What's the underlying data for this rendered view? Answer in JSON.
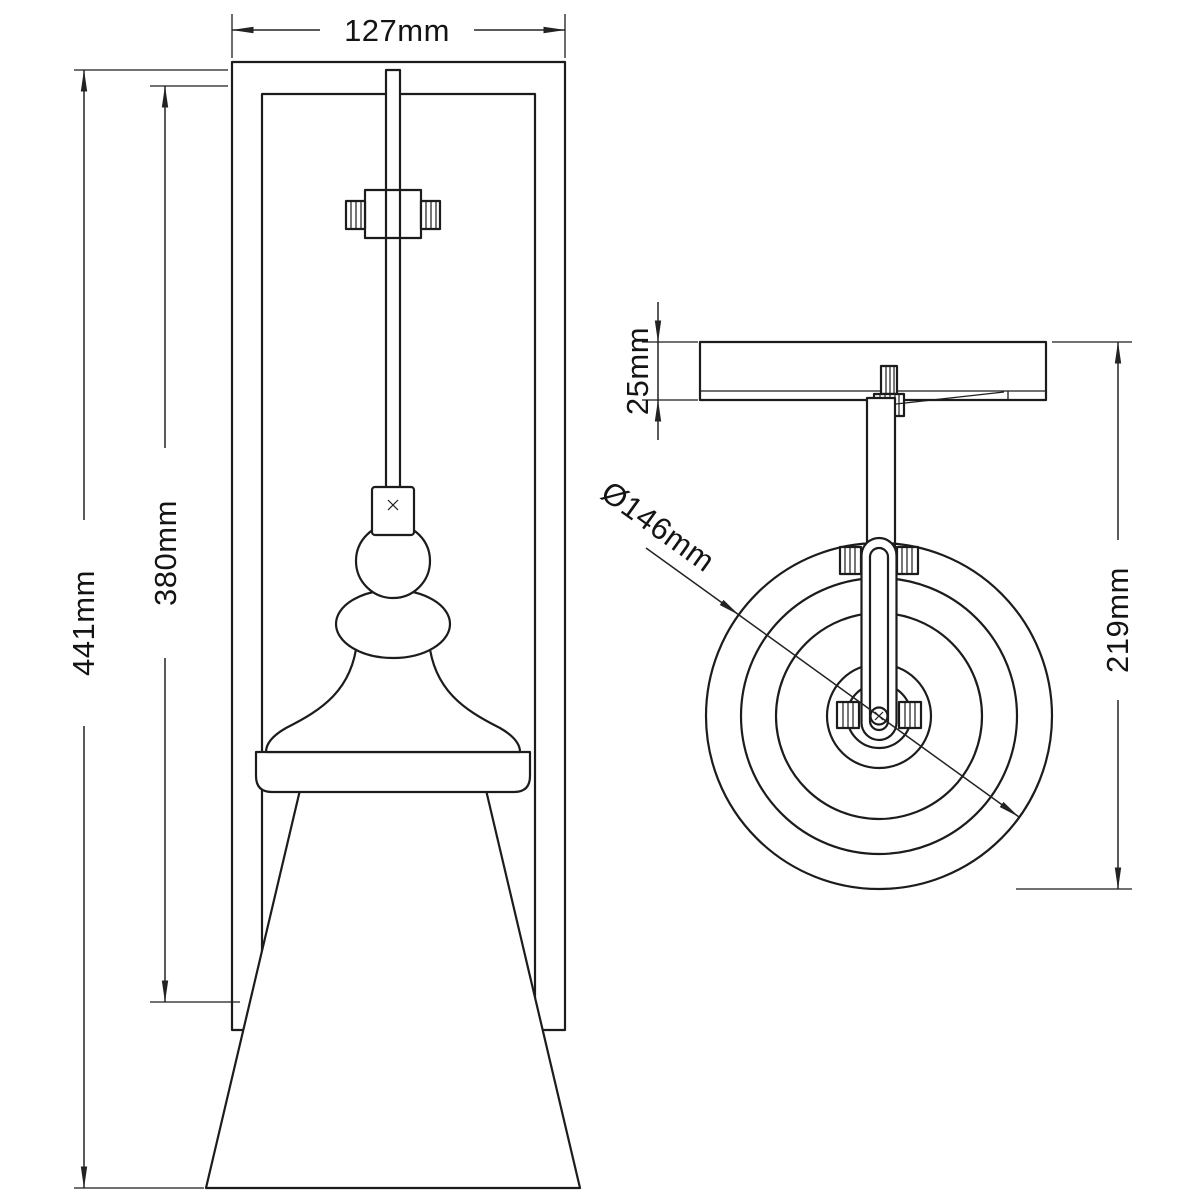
{
  "drawing": {
    "name": "wall-light-technical-dimension-drawing",
    "background_color": "#ffffff",
    "line_color": "#1c1c1c",
    "views": {
      "front": "front elevation of wall light with backplate, rod and cone shade",
      "side": "side view with mounting plate, arm and circular shade"
    }
  },
  "dims": {
    "front_width": "127mm",
    "front_total_height": "441mm",
    "front_inner_height": "380mm",
    "plate_thickness": "25mm",
    "shade_diameter": "Ø146mm",
    "side_height": "219mm"
  }
}
